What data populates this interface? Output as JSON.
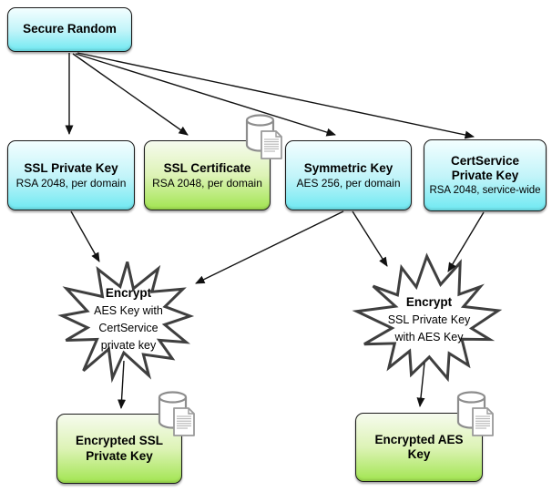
{
  "diagram": {
    "nodes": {
      "secure_random": {
        "title": "Secure Random"
      },
      "ssl_private_key": {
        "title": "SSL Private Key",
        "subtitle": "RSA 2048, per domain"
      },
      "ssl_certificate": {
        "title": "SSL Certificate",
        "subtitle": "RSA 2048, per domain",
        "icon": "database-document-icon"
      },
      "symmetric_key": {
        "title": "Symmetric Key",
        "subtitle": "AES 256, per domain"
      },
      "certservice_private_key": {
        "title": "CertService Private Key",
        "subtitle": "RSA 2048, service-wide"
      },
      "encrypt_left": {
        "title": "Encrypt",
        "lines": {
          "l1": "AES Key with",
          "l2": "CertService",
          "l3": "private key"
        }
      },
      "encrypt_right": {
        "title": "Encrypt",
        "lines": {
          "l1": "SSL Private Key",
          "l2": "with AES Key"
        }
      },
      "encrypted_ssl_private_key": {
        "title": "Encrypted SSL Private Key",
        "icon": "database-document-icon"
      },
      "encrypted_aes_key": {
        "title": "Encrypted AES Key",
        "icon": "database-document-icon"
      }
    },
    "edges": [
      {
        "from": "secure_random",
        "to": "ssl_private_key"
      },
      {
        "from": "secure_random",
        "to": "ssl_certificate"
      },
      {
        "from": "secure_random",
        "to": "symmetric_key"
      },
      {
        "from": "secure_random",
        "to": "certservice_private_key"
      },
      {
        "from": "ssl_private_key",
        "to": "encrypt_left"
      },
      {
        "from": "symmetric_key",
        "to": "encrypt_left"
      },
      {
        "from": "symmetric_key",
        "to": "encrypt_right"
      },
      {
        "from": "certservice_private_key",
        "to": "encrypt_right"
      },
      {
        "from": "encrypt_left",
        "to": "encrypted_ssl_private_key"
      },
      {
        "from": "encrypt_right",
        "to": "encrypted_aes_key"
      }
    ]
  },
  "colors": {
    "accent_cyan_top": "#f3feff",
    "accent_cyan_bottom": "#70e9f2",
    "accent_green_top": "#f6fbee",
    "accent_green_bottom": "#a2e551",
    "node_border": "#1b1b1b",
    "connector": "#111111",
    "starburst_border": "#3f3f3f",
    "icon_gray": "#8d8d8d"
  }
}
